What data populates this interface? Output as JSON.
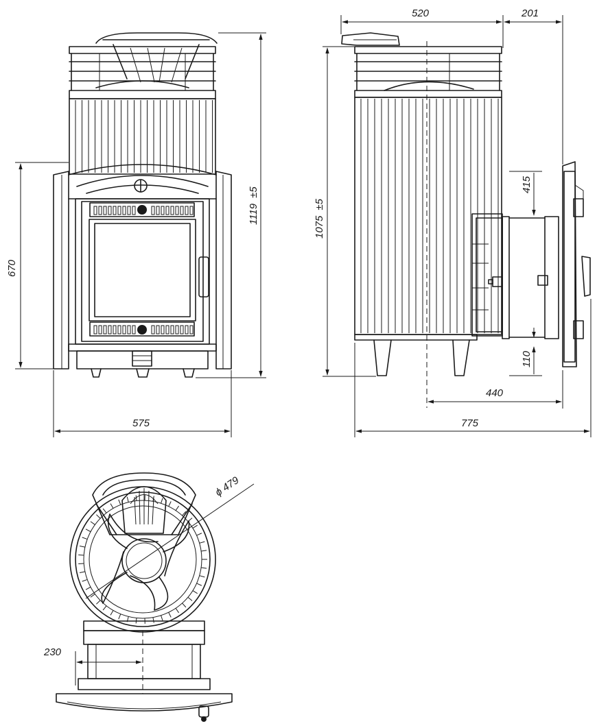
{
  "dimensions": {
    "front_width": "575",
    "front_height": "1119",
    "front_height_tolerance": "±5",
    "front_door_height": "670",
    "side_depth": "520",
    "side_tank": "201",
    "side_height": "1075",
    "side_height_tolerance": "±5",
    "side_flange": "415",
    "side_bottom": "110",
    "side_door_depth": "440",
    "side_total_depth": "775",
    "top_diameter": "ϕ 479",
    "top_offset": "230"
  }
}
